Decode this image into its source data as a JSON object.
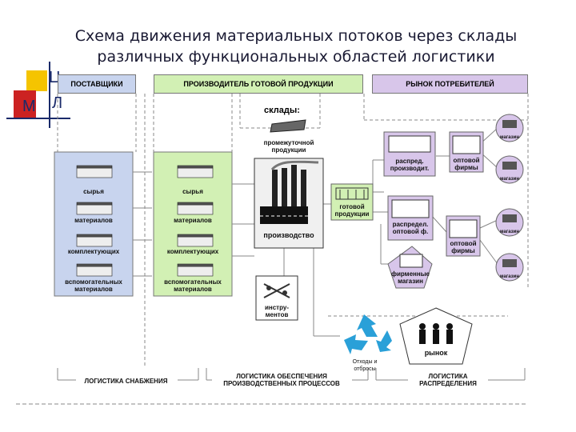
{
  "title": "Схема движения материальных потоков через склады различных функциональных областей логистики",
  "logo": {
    "letters": [
      "Ц",
      "М",
      "Л"
    ],
    "colors": {
      "yellow": "#f5c400",
      "red": "#cc2222",
      "navy": "#1a2a6a"
    }
  },
  "headers": {
    "suppliers": "ПОСТАВЩИКИ",
    "producer": "ПРОИЗВОДИТЕЛЬ ГОТОВОЙ ПРОДУКЦИИ",
    "market": "РЫНОК ПОТРЕБИТЕЛЕЙ"
  },
  "warehouses_label": "склады:",
  "supplier_items": [
    "сырья",
    "материалов",
    "комплектующих",
    "вспомогательных материалов"
  ],
  "producer_items": [
    "сырья",
    "материалов",
    "комплектующих",
    "вспомогательных материалов"
  ],
  "intermediate": "промежуточной продукции",
  "production": "производство",
  "tools": "инстру-ментов",
  "finished": "готовой продукции",
  "distribution": {
    "dist_producer": "распред. производит.",
    "dist_other": "распредел. оптовой ф.",
    "brand_store": "фирменные магазин",
    "wholesale1": "оптовой фирмы",
    "wholesale2": "оптовой фирмы",
    "store": "магазин"
  },
  "waste": "Отходы и отбросы",
  "market_label": "рынок",
  "footer": {
    "supply": "ЛОГИСТИКА СНАБЖЕНИЯ",
    "production": "ЛОГИСТИКА ОБЕСПЕЧЕНИЯ ПРОИЗВОДСТВЕННЫХ ПРОЦЕССОВ",
    "distribution": "ЛОГИСТИКА РАСПРЕДЕЛЕНИЯ"
  },
  "colors": {
    "supply": "#c8d4ee",
    "producer": "#d2f0b4",
    "market": "#d8c6ea",
    "lines": "#888888"
  }
}
